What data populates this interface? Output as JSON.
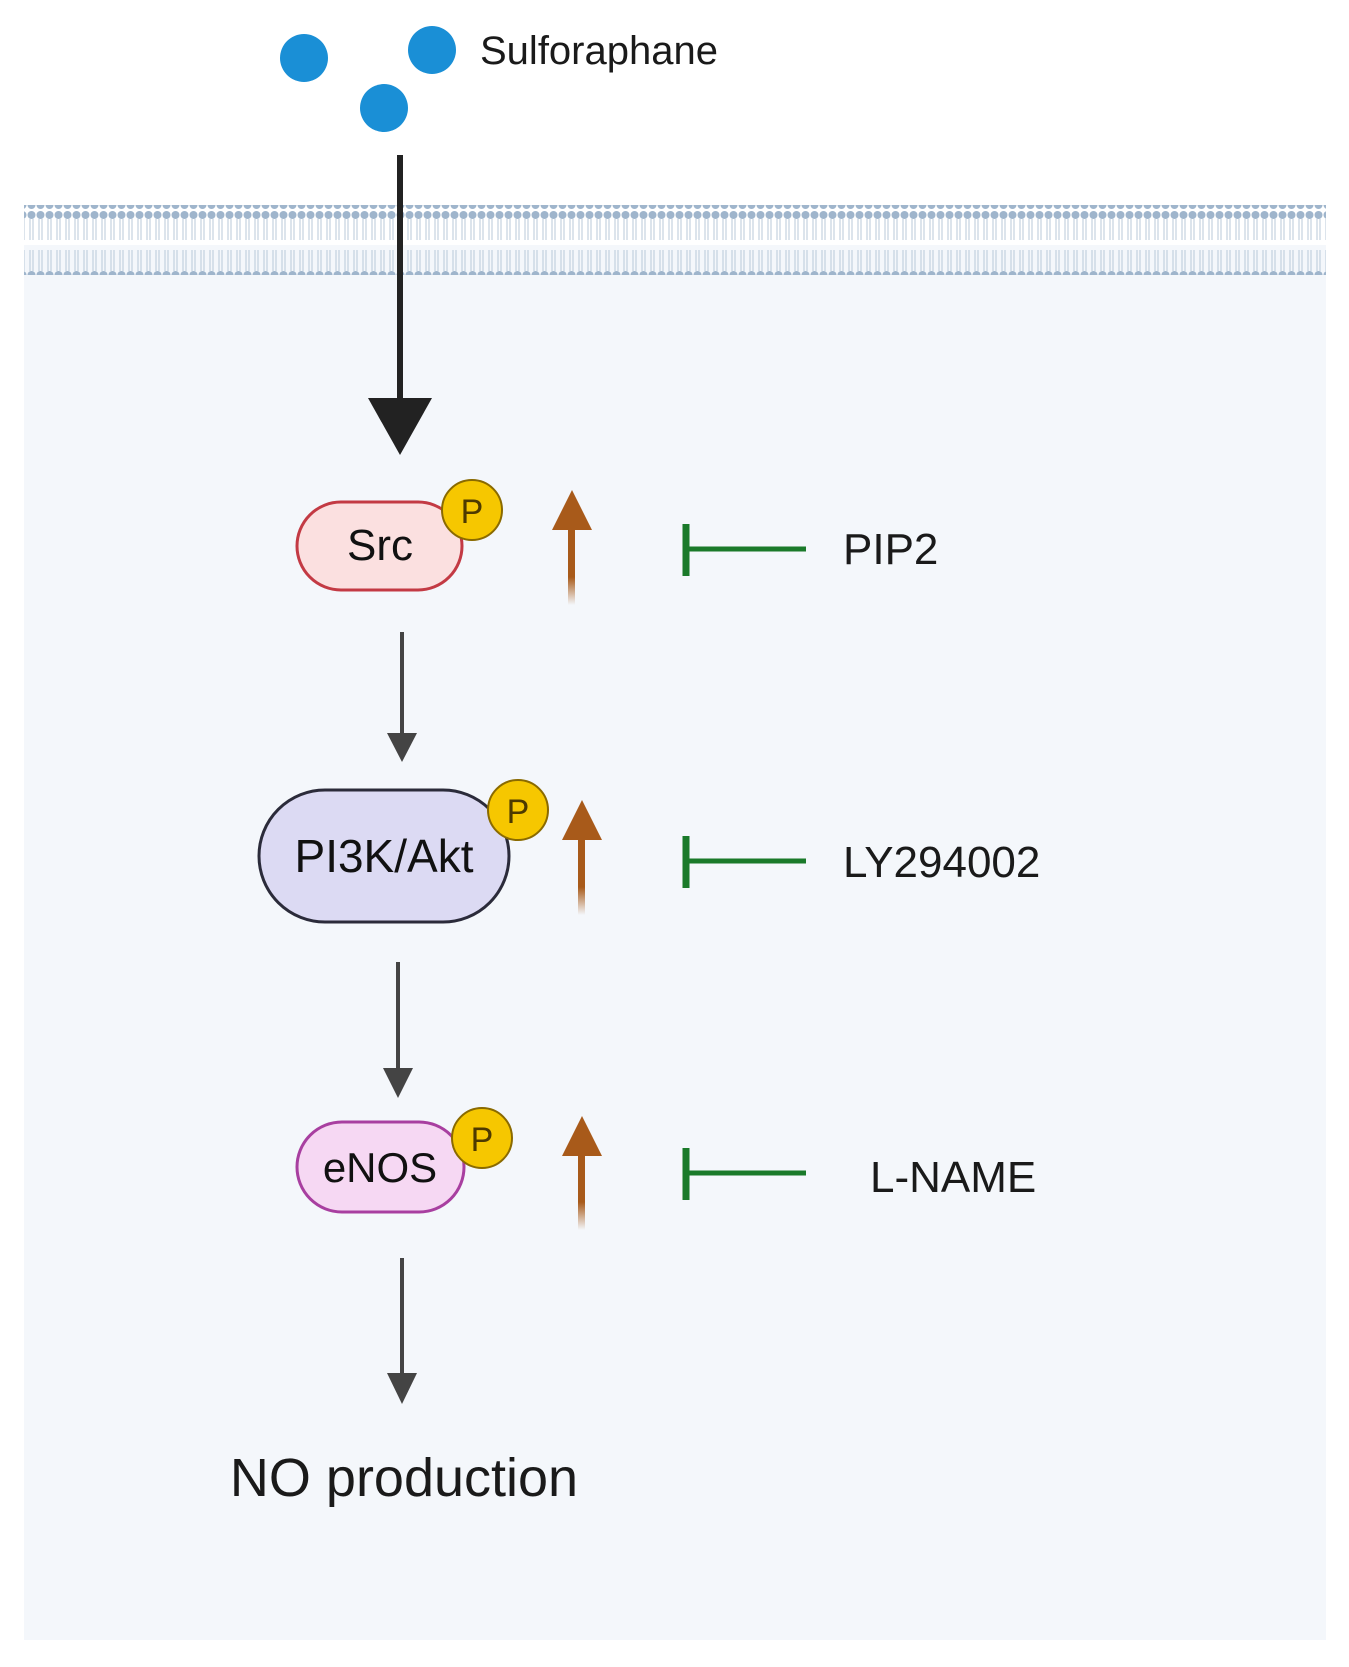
{
  "molecule": {
    "label": "Sulforaphane",
    "color": "#1a8fd6"
  },
  "nodes": [
    {
      "id": "src",
      "label": "Src",
      "fill": "#fbe0e0",
      "stroke": "#c33a44"
    },
    {
      "id": "pi3k",
      "label": "PI3K/Akt",
      "fill": "#dcdaf3",
      "stroke": "#2b2b3a"
    },
    {
      "id": "enos",
      "label": "eNOS",
      "fill": "#f6d8f3",
      "stroke": "#a83fa0"
    }
  ],
  "phospho_label": "P",
  "phospho_color": "#f6c700",
  "upregulation_color": "#a85a1a",
  "inhibitor_color": "#1a7a2a",
  "inhibitors": [
    {
      "target": "src",
      "label": "PIP2"
    },
    {
      "target": "pi3k",
      "label": "LY294002"
    },
    {
      "target": "enos",
      "label": "L-NAME"
    }
  ],
  "output": {
    "label": "NO production"
  }
}
